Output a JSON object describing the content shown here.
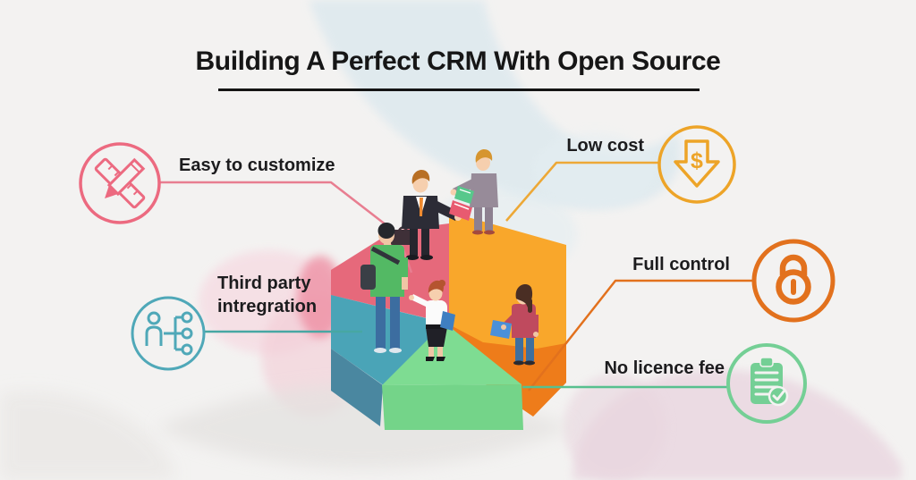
{
  "title": {
    "text": "Building A Perfect CRM With Open Source"
  },
  "features": [
    {
      "label": "Easy to customize",
      "icon": "pencil-ruler-icon",
      "color": "#ec6a80"
    },
    {
      "label": "Third party intregration",
      "icon": "person-hierarchy-icon",
      "color": "#4fa8b8"
    },
    {
      "label": "Low cost",
      "icon": "dollar-down-arrow-icon",
      "color": "#eda428",
      "glyph": "$"
    },
    {
      "label": "Full control",
      "icon": "padlock-icon",
      "color": "#e2711d"
    },
    {
      "label": "No licence fee",
      "icon": "clipboard-check-icon",
      "color": "#74cf95"
    }
  ],
  "illustration": {
    "description": "Isometric 3D pie chart with five business people standing on its colored segments",
    "segments": [
      {
        "name": "pink",
        "color": "#e6697b"
      },
      {
        "name": "orange",
        "color": "#f9a72b"
      },
      {
        "name": "teal",
        "color": "#4aa4b7"
      },
      {
        "name": "green",
        "color": "#7edc92"
      }
    ]
  },
  "colors": {
    "background": "#f3f2f1",
    "text": "#1c1c1e"
  }
}
